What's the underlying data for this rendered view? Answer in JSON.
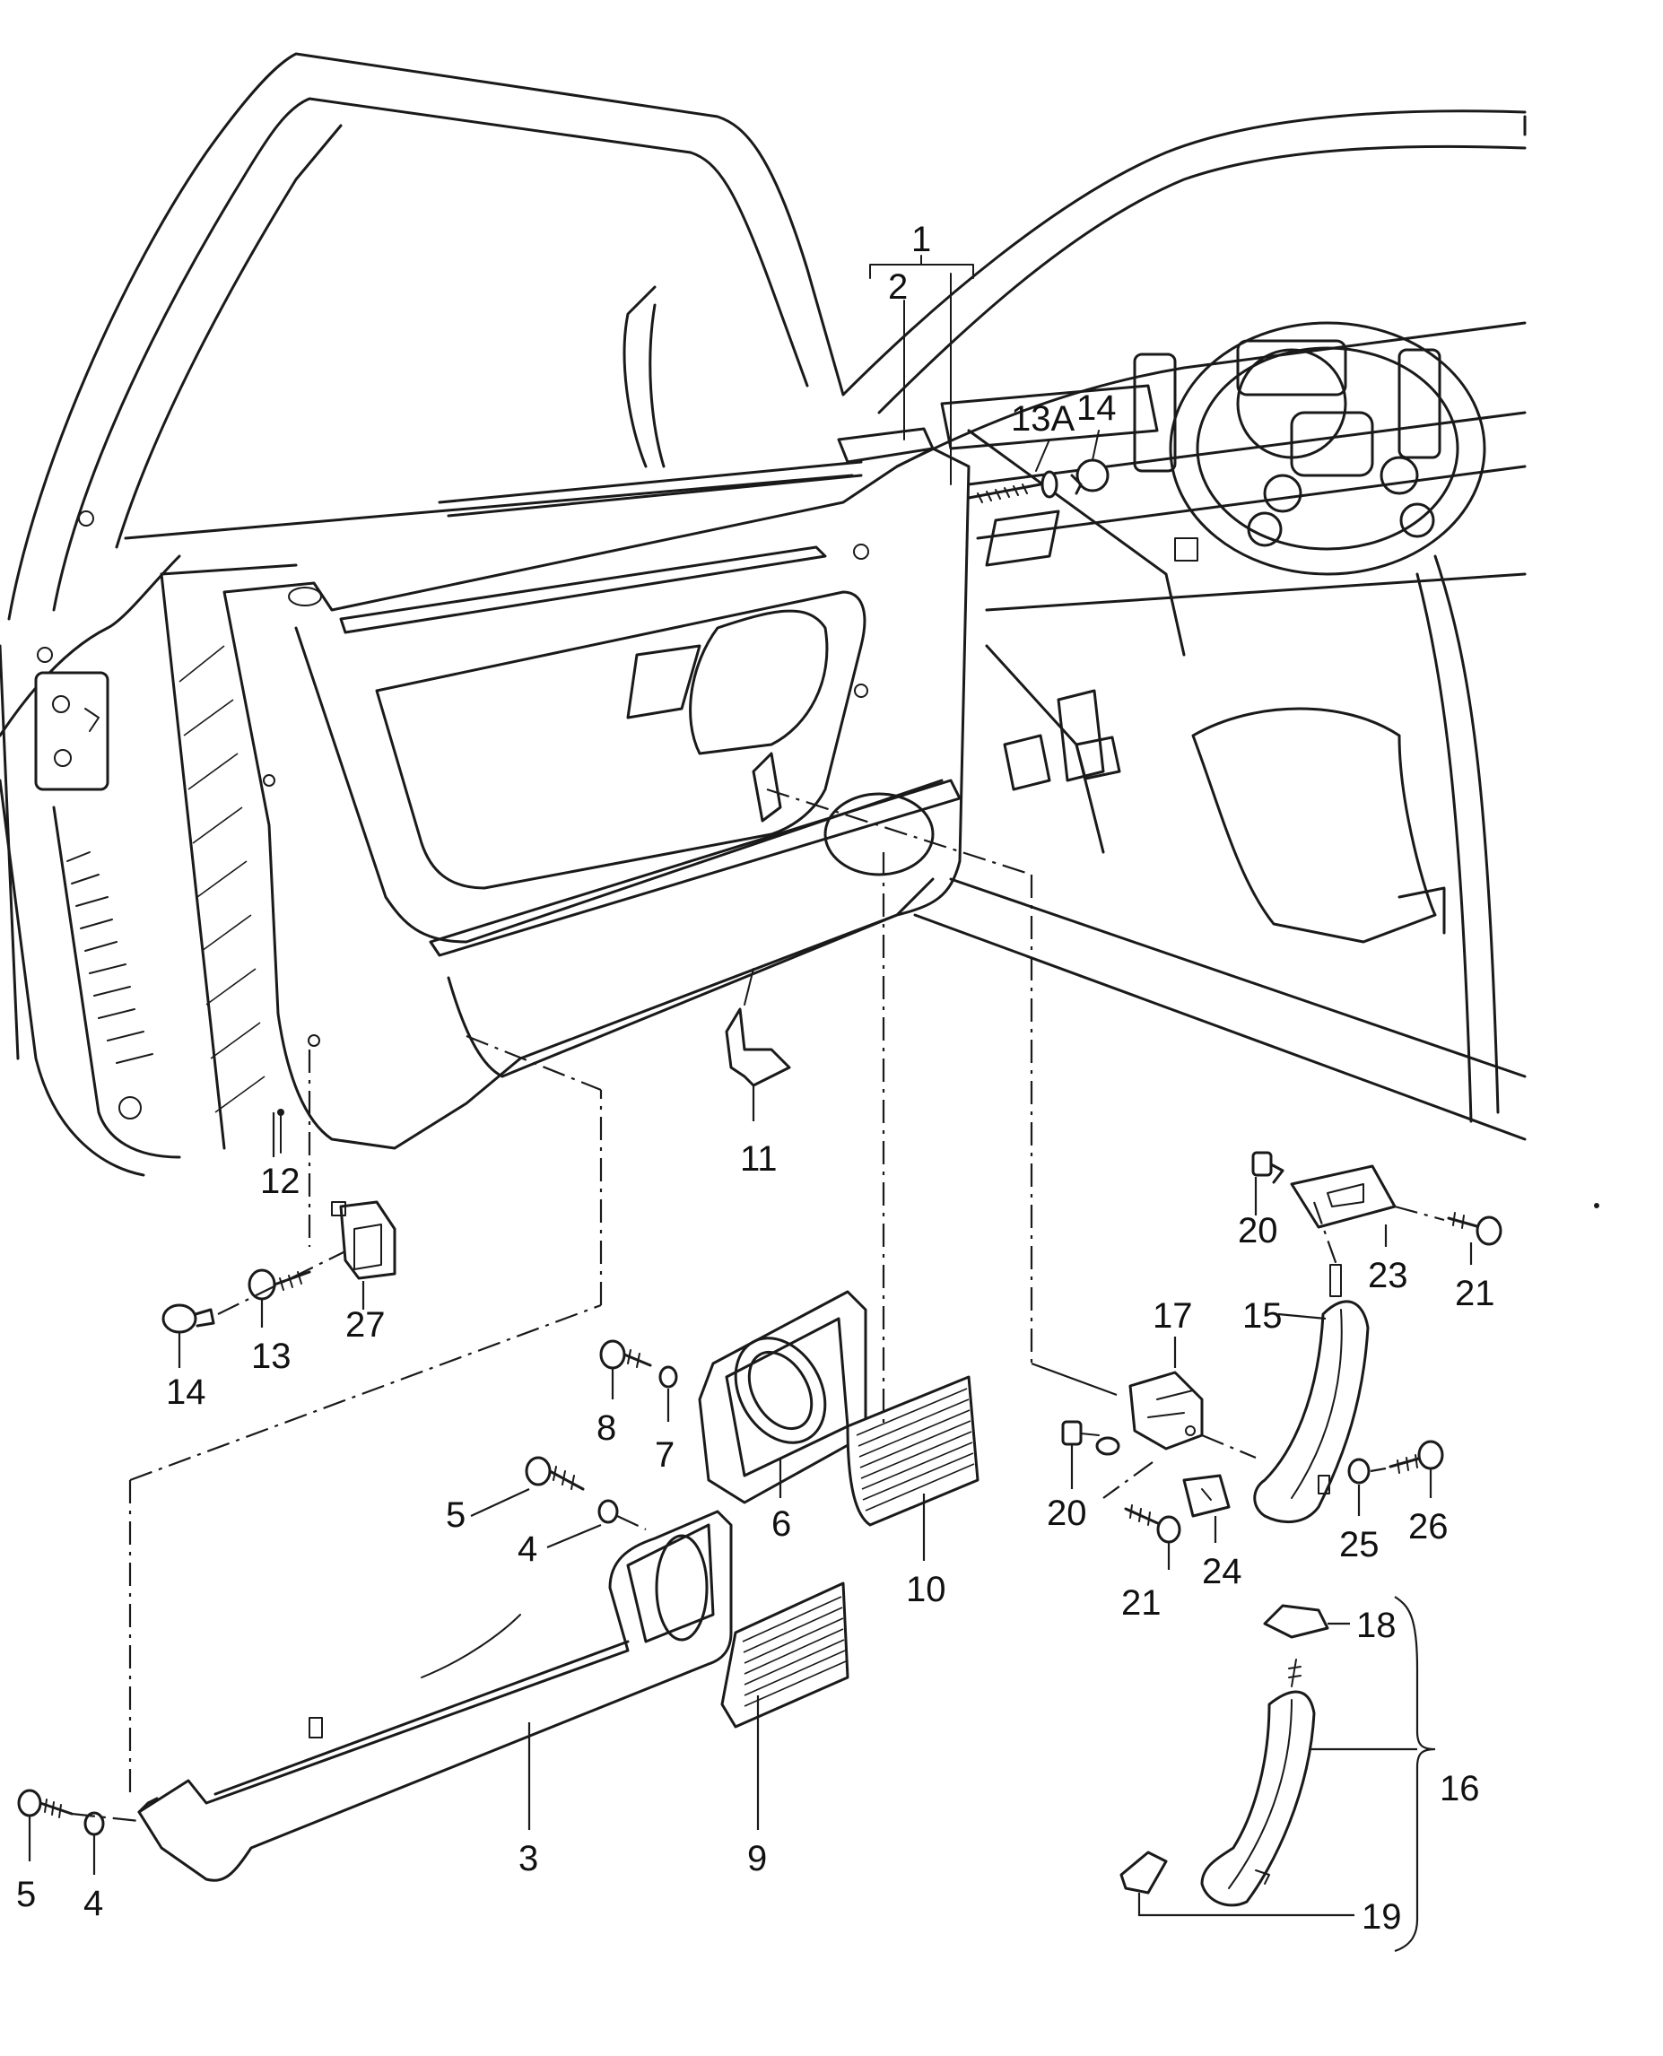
{
  "callouts": {
    "c1": "1",
    "c2": "2",
    "c3": "3",
    "c4a": "4",
    "c4b": "4",
    "c5a": "5",
    "c5b": "5",
    "c6": "6",
    "c7": "7",
    "c8": "8",
    "c9": "9",
    "c10": "10",
    "c11": "11",
    "c12": "12",
    "c13": "13",
    "c13a": "13A",
    "c14a": "14",
    "c14b": "14",
    "c15": "15",
    "c16": "16",
    "c17": "17",
    "c18": "18",
    "c19": "19",
    "c20a": "20",
    "c20b": "20",
    "c21a": "21",
    "c21b": "21",
    "c23": "23",
    "c24": "24",
    "c25": "25",
    "c26": "26",
    "c27": "27"
  }
}
